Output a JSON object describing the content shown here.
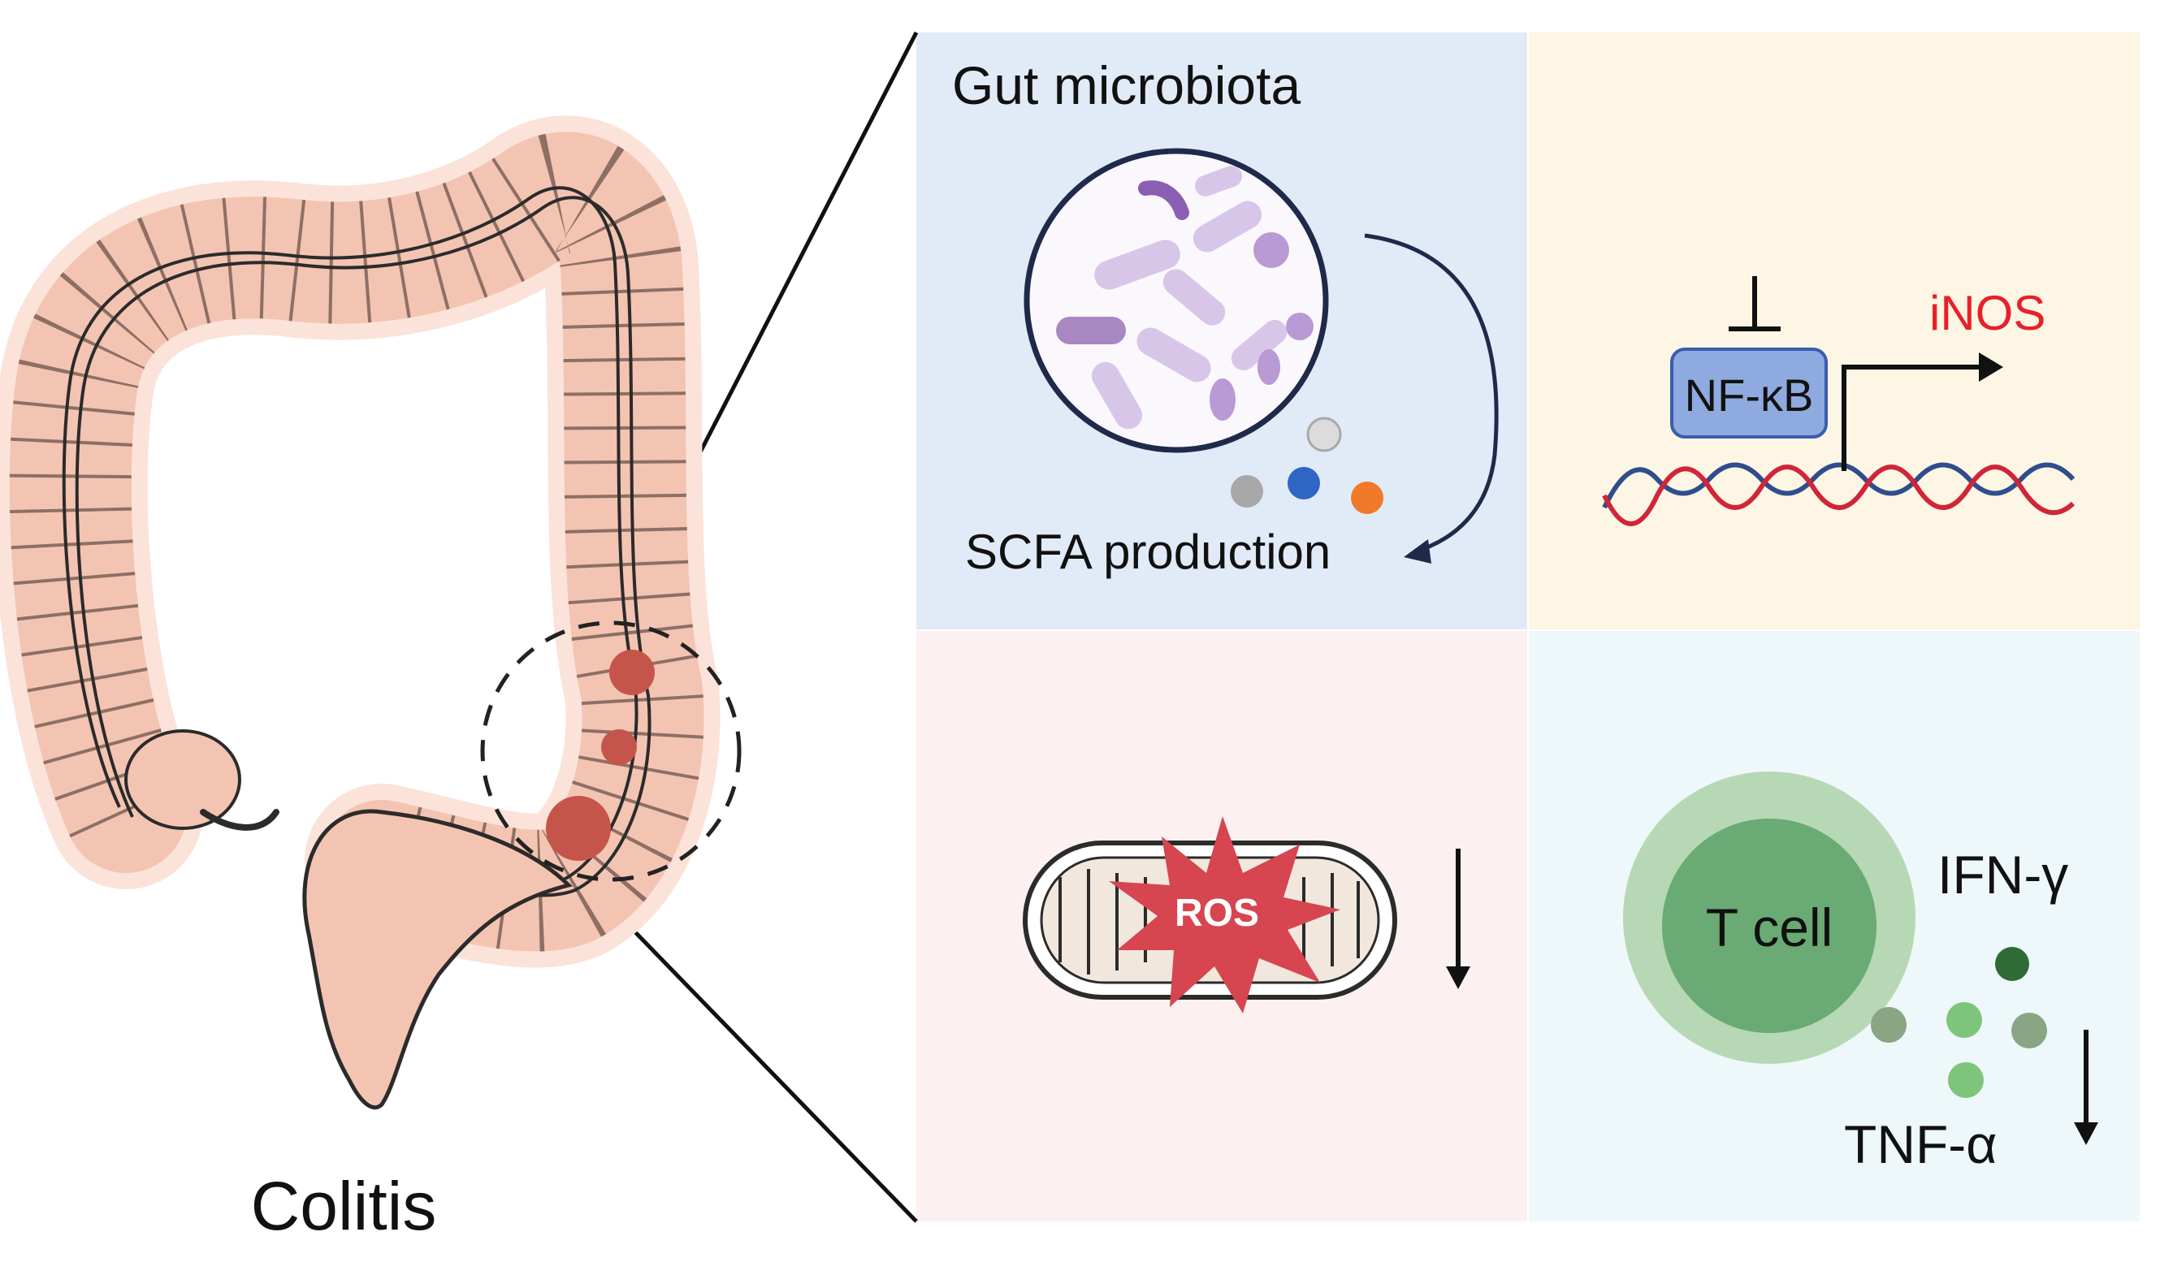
{
  "labels": {
    "colitis": "Colitis",
    "gut_microbiota": "Gut microbiota",
    "scfa_production": "SCFA production",
    "nfkb": "NF-κB",
    "inos": "iNOS",
    "ros": "ROS",
    "t_cell": "T cell",
    "ifn_gamma": "IFN-γ",
    "tnf_alpha": "TNF-α"
  },
  "colors": {
    "panel_microbiota": "#e1ebf7",
    "panel_nfkb": "#fdf6e4",
    "panel_ros": "#fdf0f0",
    "panel_tcell": "#eef8fb",
    "colon_fill": "#f4c4b2",
    "colon_outline": "#2b2b2b",
    "lesion": "#c5554a",
    "inos_text": "#e8202a",
    "nfkb_box": "#8eaadf",
    "dna_red": "#d0253a",
    "dna_blue": "#2f4d8c",
    "ros_star": "#d64550",
    "tcell_outer": "#b7d8b4",
    "tcell_inner": "#6aaa74",
    "bacteria": "#c9b2dd"
  }
}
